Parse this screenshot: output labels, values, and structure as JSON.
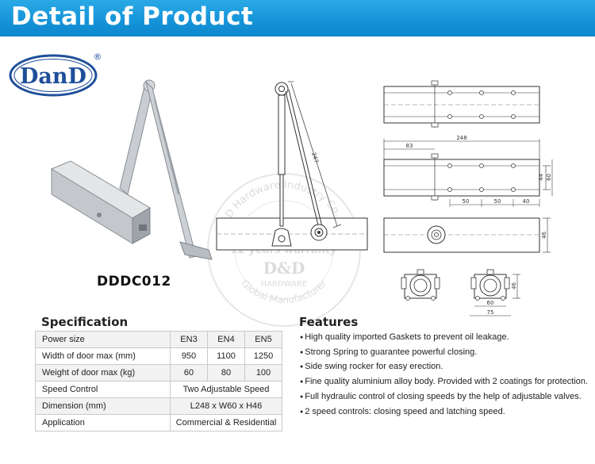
{
  "header": {
    "title": "Detail of Product"
  },
  "logo": {
    "text": "DanD",
    "registered": "®"
  },
  "watermark": {
    "top_text": "DanD Hardware Industry Co., Ltd",
    "warranty": "12 years warranty",
    "brand": "D&D",
    "sub": "HARDWARE",
    "bottom_text": "Global Manufacturer"
  },
  "product": {
    "model": "DDDC012"
  },
  "drawing": {
    "arm_dim": "247",
    "overall_length": "248",
    "offset": "83",
    "width": "60",
    "hole_gap": "44",
    "spacing_1": "50",
    "spacing_2": "50",
    "spacing_3": "40",
    "height": "46",
    "end_height": "46",
    "end_width_1": "60",
    "end_width_2": "75"
  },
  "specification": {
    "title": "Specification",
    "rows": [
      {
        "label": "Power size",
        "values": [
          "EN3",
          "EN4",
          "EN5"
        ]
      },
      {
        "label": "Width of door max (mm)",
        "values": [
          "950",
          "1100",
          "1250"
        ]
      },
      {
        "label": "Weight of door max (kg)",
        "values": [
          "60",
          "80",
          "100"
        ]
      },
      {
        "label": "Speed Control",
        "span": "Two Adjustable Speed"
      },
      {
        "label": "Dimension  (mm)",
        "span": "L248 x W60 x H46"
      },
      {
        "label": "Application",
        "span": "Commercial & Residential"
      }
    ]
  },
  "features": {
    "title": "Features",
    "items": [
      "High quality imported Gaskets to prevent oil leakage.",
      "Strong Spring to guarantee powerful closing.",
      "Side swing rocker for easy erection.",
      "Fine quality aluminium alloy body. Provided with 2 coatings for protection.",
      "Full hydraulic control of closing speeds by the help of adjustable valves.",
      "2 speed controls: closing speed and latching speed."
    ]
  }
}
